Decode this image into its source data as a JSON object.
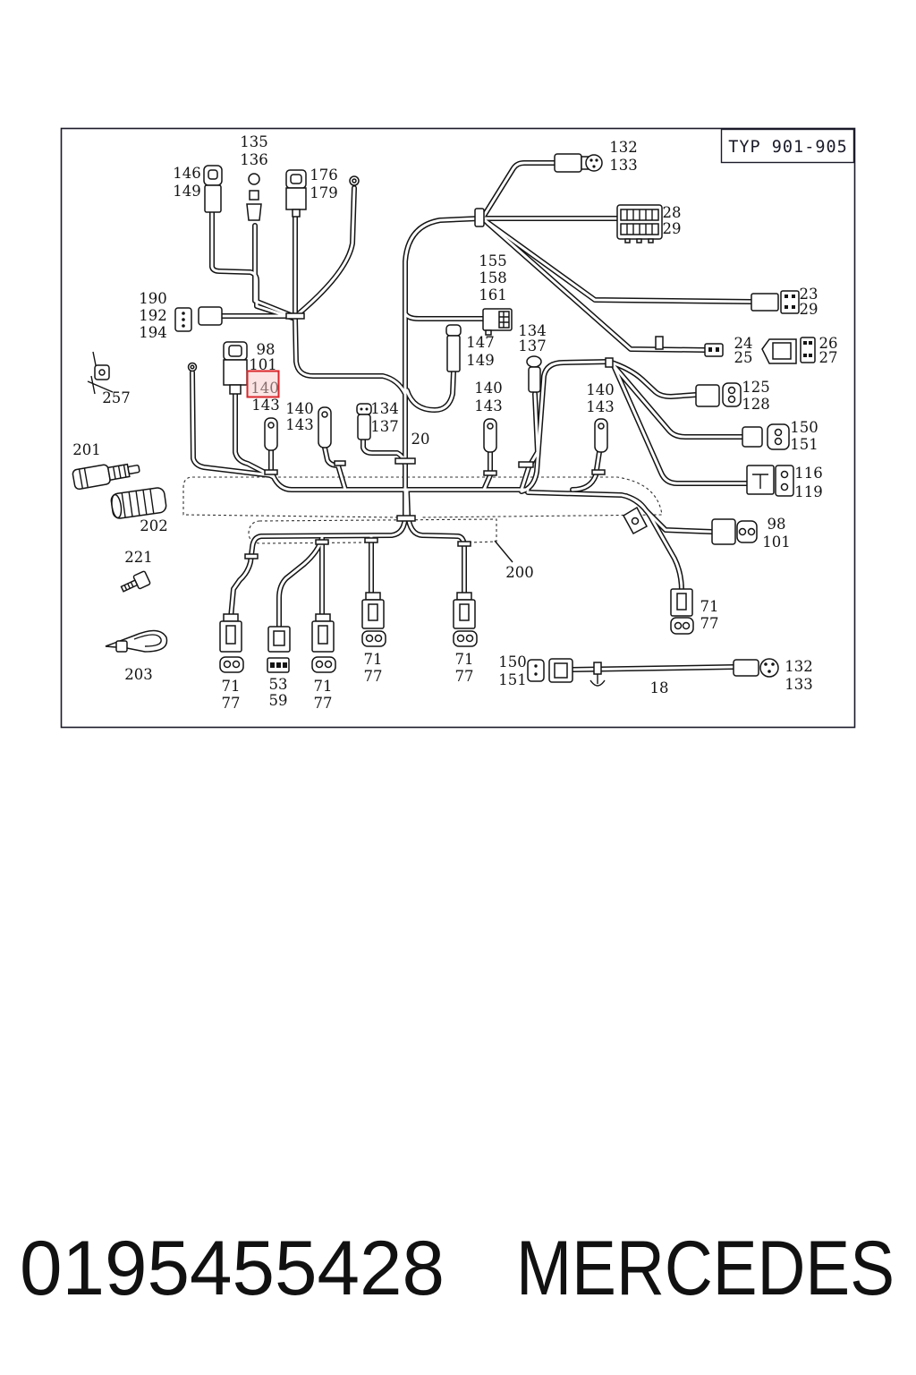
{
  "diagram": {
    "type_label": "TYP 901-905",
    "highlight_color": "#d9252a",
    "callouts": [
      {
        "lines": [
          "135",
          "136"
        ]
      },
      {
        "lines": [
          "146",
          "149"
        ]
      },
      {
        "lines": [
          "176",
          "179"
        ]
      },
      {
        "lines": [
          "132",
          "133"
        ]
      },
      {
        "lines": [
          "28",
          "29"
        ]
      },
      {
        "lines": [
          "155",
          "158",
          "161"
        ]
      },
      {
        "lines": [
          "23",
          "29"
        ]
      },
      {
        "lines": [
          "190",
          "192",
          "194"
        ]
      },
      {
        "lines": [
          "147",
          "149"
        ]
      },
      {
        "lines": [
          "134",
          "137"
        ]
      },
      {
        "lines": [
          "24",
          "25"
        ]
      },
      {
        "lines": [
          "26",
          "27"
        ]
      },
      {
        "lines": [
          "98",
          "101"
        ]
      },
      {
        "lines": [
          "140",
          "143"
        ],
        "highlighted": true
      },
      {
        "lines": [
          "257"
        ]
      },
      {
        "lines": [
          "140",
          "143"
        ]
      },
      {
        "lines": [
          "140",
          "143"
        ]
      },
      {
        "lines": [
          "125",
          "128"
        ]
      },
      {
        "lines": [
          "140",
          "143"
        ]
      },
      {
        "lines": [
          "134",
          "137"
        ]
      },
      {
        "lines": [
          "20"
        ]
      },
      {
        "lines": [
          "150",
          "151"
        ]
      },
      {
        "lines": [
          "201"
        ]
      },
      {
        "lines": [
          "116",
          "119"
        ]
      },
      {
        "lines": [
          "202"
        ]
      },
      {
        "lines": [
          "98",
          "101"
        ]
      },
      {
        "lines": [
          "221"
        ]
      },
      {
        "lines": [
          "200"
        ]
      },
      {
        "lines": [
          "71",
          "77"
        ]
      },
      {
        "lines": [
          "71",
          "77"
        ]
      },
      {
        "lines": [
          "71",
          "77"
        ]
      },
      {
        "lines": [
          "150",
          "151"
        ]
      },
      {
        "lines": [
          "132",
          "133"
        ]
      },
      {
        "lines": [
          "203"
        ]
      },
      {
        "lines": [
          "18"
        ]
      },
      {
        "lines": [
          "71",
          "77"
        ]
      },
      {
        "lines": [
          "53",
          "59"
        ]
      },
      {
        "lines": [
          "71",
          "77"
        ]
      }
    ]
  },
  "footer": {
    "part_number": "0195455428",
    "brand": "MERCEDES"
  }
}
